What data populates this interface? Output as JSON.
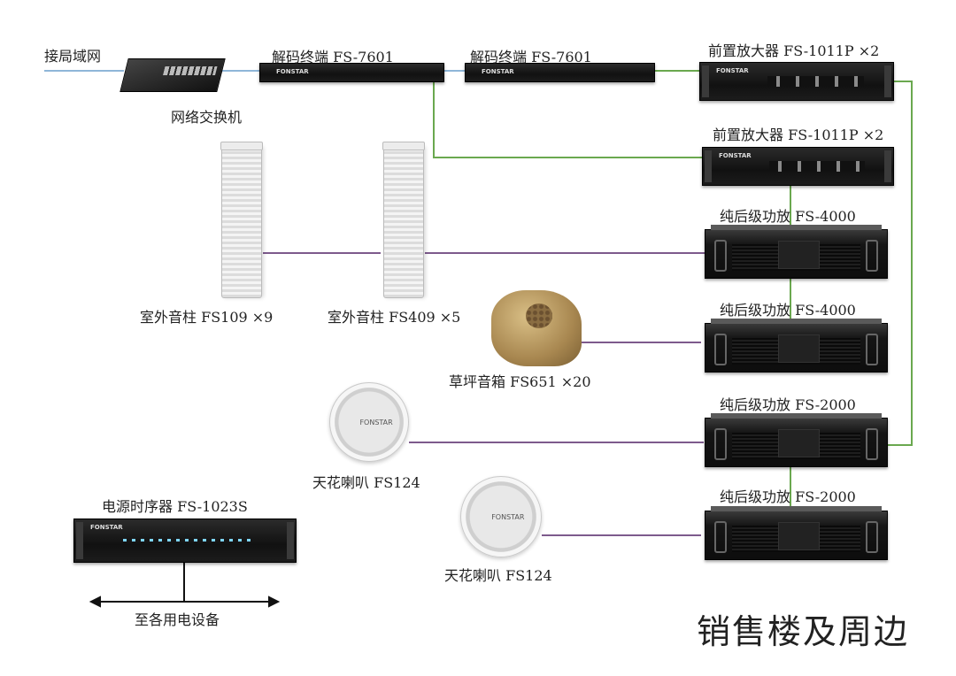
{
  "labels": {
    "lan": "接局域网",
    "switch": "网络交换机",
    "decoder1": "解码终端 FS-7601",
    "decoder2": "解码终端 FS-7601",
    "preamp1": "前置放大器 FS-1011P  ×2",
    "preamp2": "前置放大器 FS-1011P  ×2",
    "amp4000a": "纯后级功放 FS-4000",
    "amp4000b": "纯后级功放 FS-4000",
    "amp2000a": "纯后级功放 FS-2000",
    "amp2000b": "纯后级功放 FS-2000",
    "col1": "室外音柱 FS109  ×9",
    "col2": "室外音柱 FS409  ×5",
    "lawn": "草坪音箱 FS651  ×20",
    "ceil1": "天花喇叭 FS124",
    "ceil2": "天花喇叭 FS124",
    "sequencer": "电源时序器 FS-1023S",
    "devices": "至各用电设备",
    "title": "销售楼及周边"
  },
  "brand": "FONSTAR",
  "colors": {
    "network": "#8fb6d8",
    "control": "#6aa84f",
    "speaker": "#7d5a8c",
    "power": "#111111"
  }
}
